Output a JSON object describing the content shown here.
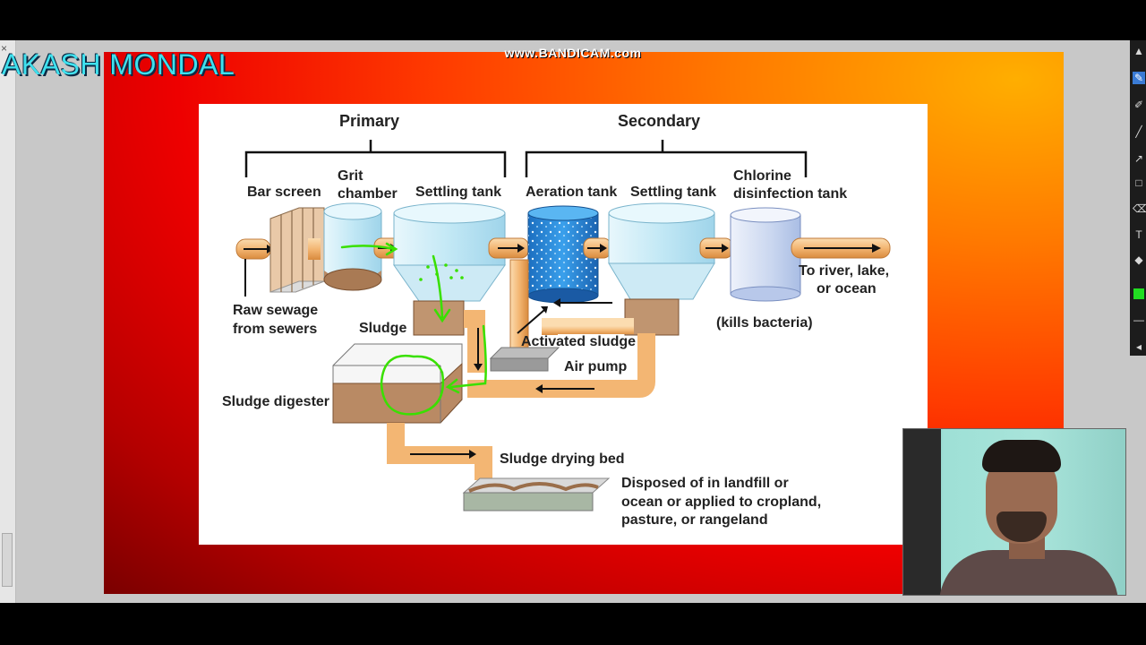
{
  "overlay": {
    "presenter_name": "AKASH MONDAL",
    "watermark": "www.BANDICAM.com"
  },
  "toolbar": {
    "icons": [
      "cursor-icon",
      "pen-icon",
      "highlighter-icon",
      "line-icon",
      "arrow-icon",
      "rectangle-icon",
      "eraser-icon",
      "text-icon",
      "fill-icon",
      "color-swatch-icon",
      "minus-icon",
      "collapse-icon"
    ],
    "active_color": "#3a7bd5",
    "swatch_color": "#22dd22"
  },
  "diagram": {
    "headers": {
      "primary": "Primary",
      "secondary": "Secondary"
    },
    "stages": {
      "bar_screen": "Bar screen",
      "grit_chamber_line1": "Grit",
      "grit_chamber_line2": "chamber",
      "settling_tank_primary": "Settling tank",
      "aeration_tank": "Aeration tank",
      "settling_tank_secondary": "Settling tank",
      "chlorine_line1": "Chlorine",
      "chlorine_line2": "disinfection tank"
    },
    "labels": {
      "raw_sewage_line1": "Raw sewage",
      "raw_sewage_line2": "from sewers",
      "sludge": "Sludge",
      "activated_sludge": "Activated sludge",
      "air_pump": "Air pump",
      "kills_bacteria": "(kills bacteria)",
      "outlet_line1": "To river, lake,",
      "outlet_line2": "or ocean",
      "sludge_digester": "Sludge digester",
      "sludge_drying_bed": "Sludge drying bed",
      "disposal_line1": "Disposed of in landfill or",
      "disposal_line2": "ocean or applied to cropland,",
      "disposal_line3": "pasture, or rangeland"
    },
    "colors": {
      "pipe": "#f5c48a",
      "water": "#bfe6f4",
      "aeration": "#2f8fdc",
      "sludge": "#b98a64",
      "annotation": "#39e000"
    }
  }
}
